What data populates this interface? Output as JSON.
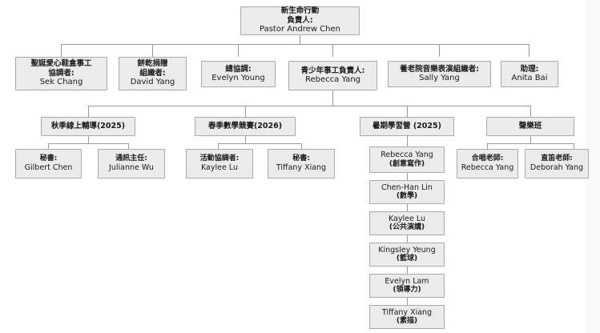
{
  "chart_data": {
    "type": "diagram",
    "diagram_type": "organization-chart",
    "orientation": "top-down",
    "title": "新生命行動 Organization Chart",
    "node_count": 24,
    "levels": 4
  },
  "root": {
    "line1": "新生命行動",
    "line2": "負責人:",
    "line3": "Pastor Andrew Chen"
  },
  "level2": [
    {
      "line1": "聖誕愛心鞋盒事工",
      "line2": "協調者:",
      "line3": "Sek Chang"
    },
    {
      "line1": "餅乾捐贈",
      "line2": "組織者:",
      "line3": "David Yang"
    },
    {
      "line1": "總協調:",
      "line2": "Evelyn Young",
      "line3": ""
    },
    {
      "line1": "青少年事工負責人:",
      "line2": "Rebecca Yang",
      "line3": ""
    },
    {
      "line1": "養老院音樂表演組織者:",
      "line2": "Sally Yang",
      "line3": ""
    },
    {
      "line1": "助理:",
      "line2": "Anita Bai",
      "line3": ""
    }
  ],
  "sections": [
    {
      "label": "秋季線上輔導(2025)"
    },
    {
      "label": "春季數學競賽(2026)"
    },
    {
      "label": "暑期學習營 (2025)"
    },
    {
      "label": "聲樂班"
    }
  ],
  "tutoring_members": [
    {
      "role": "秘書:",
      "name": "Gilbert Chen"
    },
    {
      "role": "通訊主任:",
      "name": "Julianne Wu"
    }
  ],
  "math_members": [
    {
      "role": "活動協調者:",
      "name": "Kaylee Lu"
    },
    {
      "role": "秘書:",
      "name": "Tiffany Xiang"
    }
  ],
  "camp_members": [
    {
      "name": "Rebecca Yang",
      "subject": "(創意寫作)"
    },
    {
      "name": "Chen-Han Lin",
      "subject": "(數學)"
    },
    {
      "name": "Kaylee Lu",
      "subject": "(公共演講)"
    },
    {
      "name": "Kingsley Yeung",
      "subject": "(籃球)"
    },
    {
      "name": "Evelyn Lam",
      "subject": "(領導力)"
    },
    {
      "name": "Tiffany Xiang",
      "subject": "(素描)"
    }
  ],
  "vocal_members": [
    {
      "role": "合唱老師:",
      "name": "Rebecca Yang"
    },
    {
      "role": "直笛老師:",
      "name": "Deborah Yang"
    }
  ],
  "colors": {
    "node_fill": "#ebebeb",
    "node_border": "#aaaaaa",
    "connector": "#9a9a9a",
    "background": "#ffffff",
    "text": "#1a1a1a"
  }
}
